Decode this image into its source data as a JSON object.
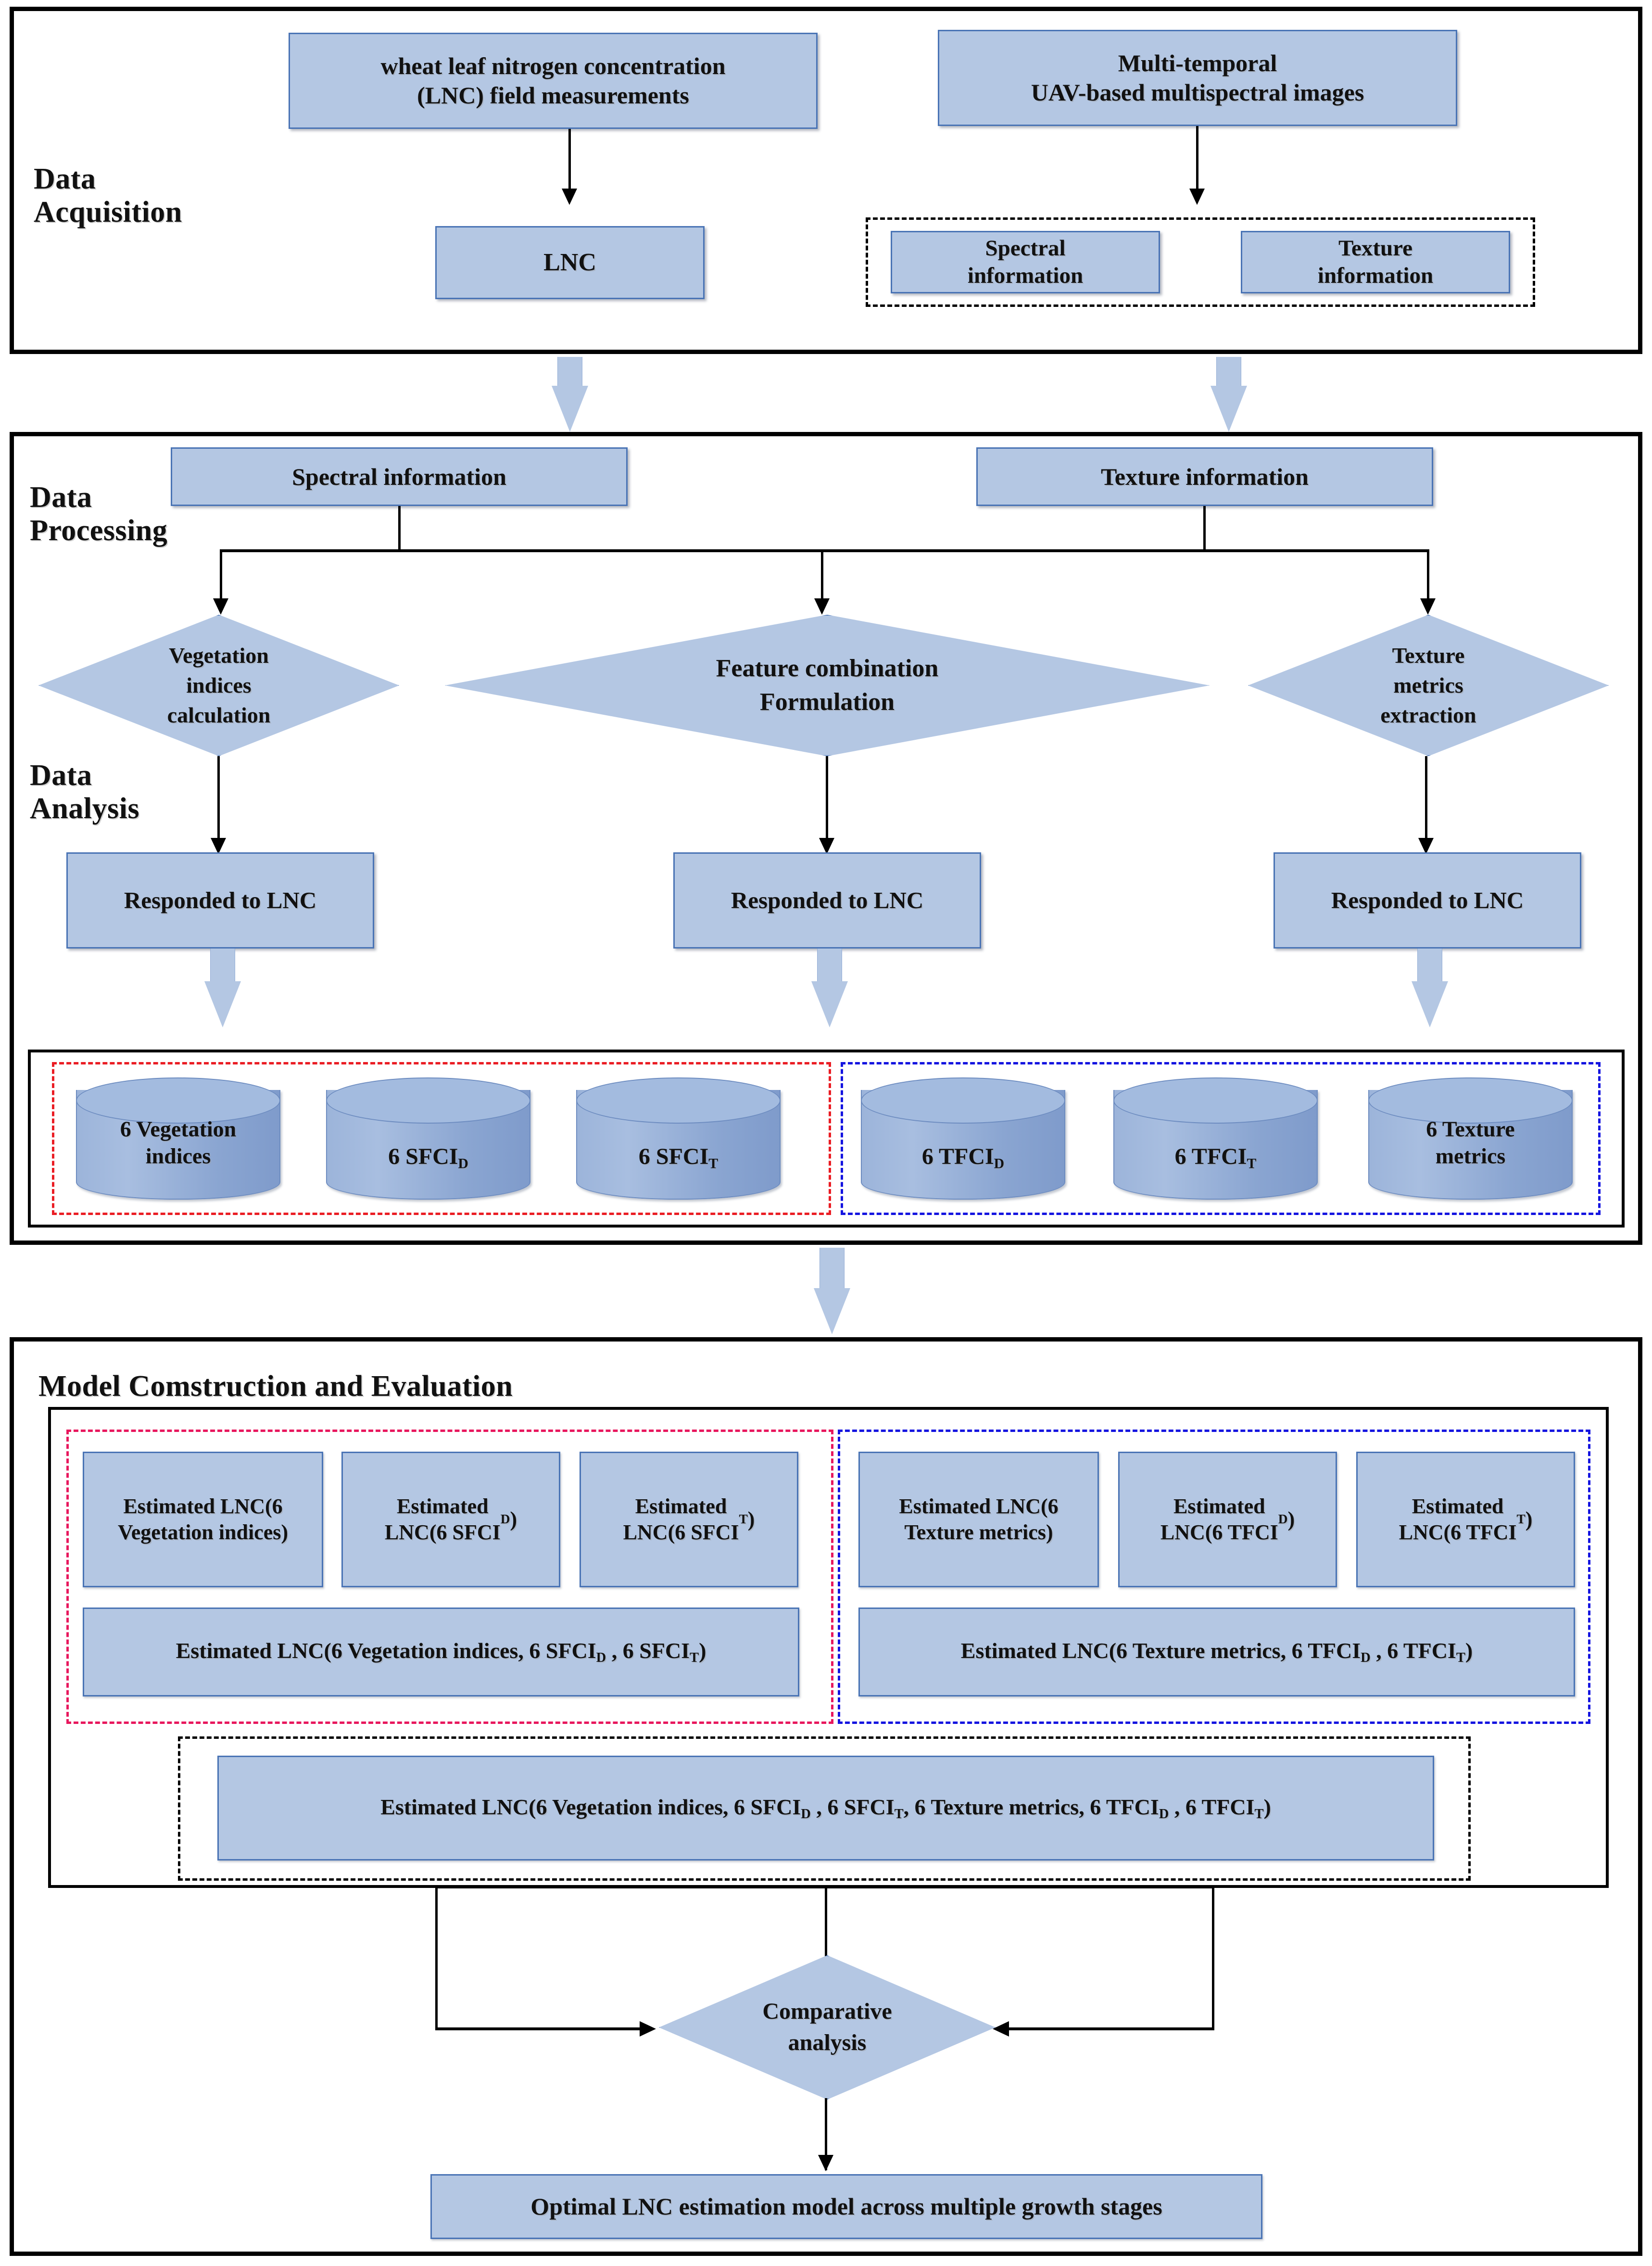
{
  "stages": [
    {
      "id": "data-acquisition",
      "label": "Data\nAcquisition"
    },
    {
      "id": "data-processing",
      "label": "Data\nProcessing"
    },
    {
      "id": "data-analysis",
      "label": "Data\nAnalysis"
    },
    {
      "id": "model-construction",
      "label": "Model Comstruction and Evaluation"
    }
  ],
  "acquisition": {
    "field_measurements": "wheat leaf nitrogen concentration\n(LNC) field measurements",
    "uav_images": "Multi-temporal\nUAV-based multispectral  images",
    "lnc": "LNC",
    "spectral_information": "Spectral\ninformation",
    "texture_information": "Texture\ninformation"
  },
  "processing": {
    "spectral_information": "Spectral information",
    "texture_information": "Texture information",
    "vegetation_indices_calculation": "Vegetation\nindices\ncalculation",
    "feature_combination_formulation": "Feature combination\nFormulation",
    "texture_metrics_extraction": "Texture\nmetrics\nextraction"
  },
  "analysis": {
    "responded_left": "Responded to LNC",
    "responded_middle": "Responded to LNC",
    "responded_right": "Responded to LNC"
  },
  "datastores": [
    {
      "name": "6 Vegetation\nindices",
      "group": "spectral"
    },
    {
      "name": "6 SFCI",
      "sub": "D",
      "group": "spectral"
    },
    {
      "name": "6 SFCI",
      "sub": "T",
      "group": "spectral"
    },
    {
      "name": "6 TFCI",
      "sub": "D",
      "group": "texture"
    },
    {
      "name": "6 TFCI",
      "sub": "T",
      "group": "texture"
    },
    {
      "name": "6  Texture\nmetrics",
      "group": "texture"
    }
  ],
  "models": {
    "spectral_group": [
      {
        "text": "Estimated LNC(6\nVegetation indices)"
      },
      {
        "text": "Estimated\nLNC(6 SFCI",
        "sub": "D",
        "tail": ")"
      },
      {
        "text": "Estimated\nLNC(6 SFCI",
        "sub": "T",
        "tail": ")"
      }
    ],
    "texture_group": [
      {
        "text": "Estimated LNC(6\nTexture metrics)"
      },
      {
        "text": "Estimated\nLNC(6 TFCI",
        "sub": "D",
        "tail": ")"
      },
      {
        "text": "Estimated\nLNC(6 TFCI",
        "sub": "T",
        "tail": ")"
      }
    ],
    "spectral_combined_parts": [
      "Estimated LNC(6 Vegetation indices, 6 SFCI",
      "D",
      " , 6 SFCI",
      "T",
      ")"
    ],
    "texture_combined_parts": [
      "Estimated LNC(6  Texture metrics, 6 TFCI",
      "D",
      " , 6 TFCI",
      "T",
      ")"
    ],
    "all_combined_parts": [
      "Estimated LNC(6 Vegetation indices, 6 SFCI",
      "D",
      " , 6 SFCI",
      "T",
      ", 6  Texture metrics, 6 TFCI",
      "D",
      " , 6 TFCI",
      "T",
      ")"
    ]
  },
  "bottom": {
    "comparative_analysis": "Comparative\nanalysis",
    "optimal_model": "Optimal LNC estimation model across multiple growth stages"
  },
  "colors": {
    "box_fill": "#b4c7e3",
    "box_border": "#4a74b5",
    "cylinder_fill": "#8fa9d4",
    "frame": "#000000",
    "spectral_group_border": "#ea1d24",
    "texture_group_border": "#1414e0",
    "model_spectral_border": "#e8175d",
    "model_texture_border": "#1414e0",
    "all_combined_border": "#000000"
  }
}
